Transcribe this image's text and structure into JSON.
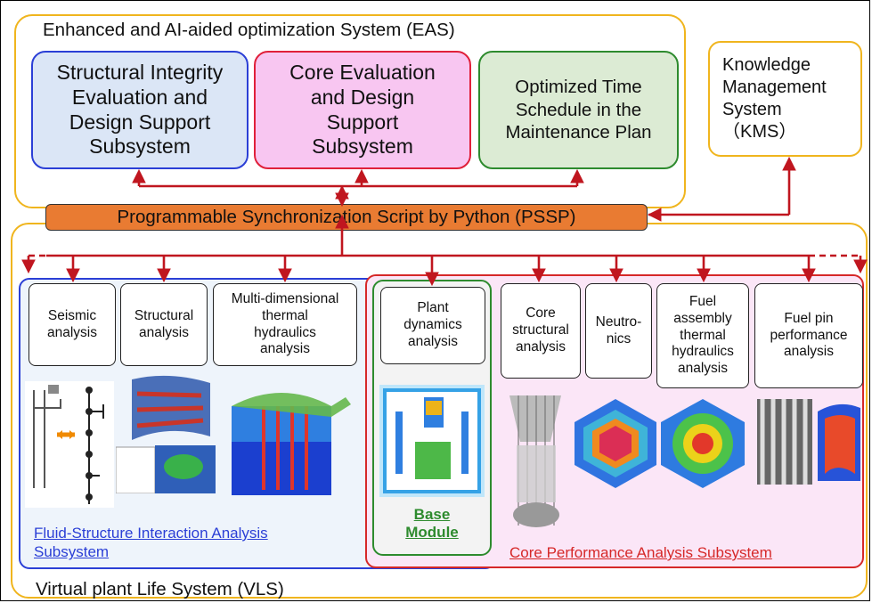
{
  "eas": {
    "title": "Enhanced and AI-aided optimization System (EAS)",
    "box_structural": "Structural Integrity\nEvaluation and\nDesign Support\nSubsystem",
    "box_core": "Core Evaluation\nand Design\nSupport\nSubsystem",
    "box_schedule": "Optimized Time\nSchedule in the\nMaintenance Plan"
  },
  "kms": {
    "label": "Knowledge\nManagement\nSystem\n（KMS）"
  },
  "pssp": {
    "label": "Programmable Synchronization Script by Python (PSSP)"
  },
  "vls": {
    "title": "Virtual plant Life System (VLS)",
    "fsi_label": "Fluid-Structure Interaction Analysis\nSubsystem",
    "base_label": "Base\nModule",
    "core_label": "Core Performance Analysis Subsystem",
    "analyses": {
      "seismic": "Seismic\nanalysis",
      "structural": "Structural\nanalysis",
      "thermal": "Multi-dimensional\nthermal\nhydraulics\nanalysis",
      "plant": "Plant\ndynamics\nanalysis",
      "core_structural": "Core\nstructural\nanalysis",
      "neutronics": "Neutro-\nnics",
      "fuel_assembly": "Fuel\nassembly\nthermal\nhydraulics\nanalysis",
      "fuel_pin": "Fuel pin\nperformance\nanalysis"
    }
  },
  "colors": {
    "eas_border": "#f0b51e",
    "blue": "#2b3fd6",
    "red": "#d62828",
    "green": "#2e8b2e",
    "pssp_fill": "#e97b32",
    "arrow": "#c0161f"
  }
}
